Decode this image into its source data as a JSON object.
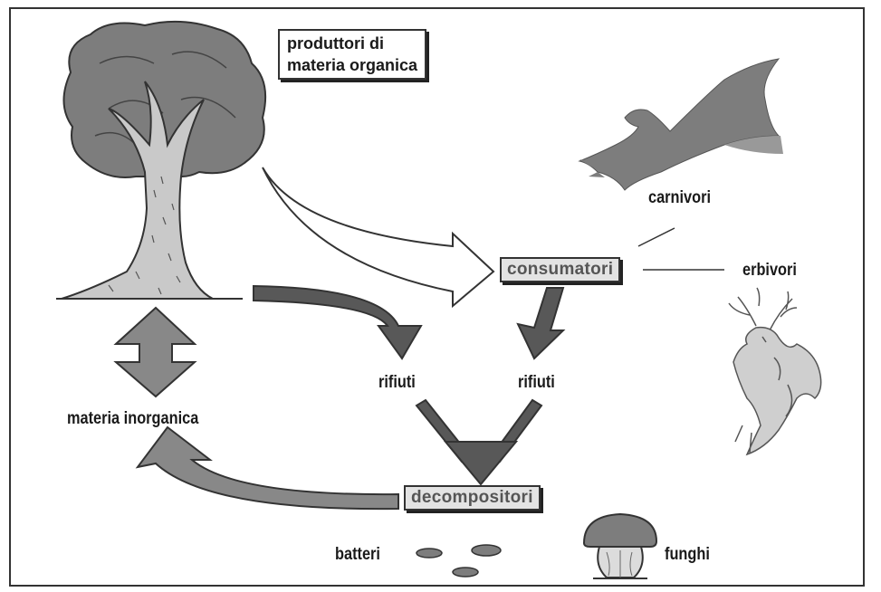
{
  "producers": {
    "line1": "produttori di",
    "line2": "materia organica"
  },
  "nodes": {
    "consumers": "consumatori",
    "decomposers": "decompositori"
  },
  "labels": {
    "carnivores": "carnivori",
    "herbivores": "erbivori",
    "waste_left": "rifiuti",
    "waste_right": "rifiuti",
    "inorganic_matter": "materia inorganica",
    "bacteria": "batteri",
    "fungi": "funghi"
  },
  "colors": {
    "dark_arrow": "#585858",
    "mid_arrow": "#888888",
    "foliage": "#7d7d7d",
    "trunk": "#c9c9c9",
    "outline": "#333333"
  }
}
